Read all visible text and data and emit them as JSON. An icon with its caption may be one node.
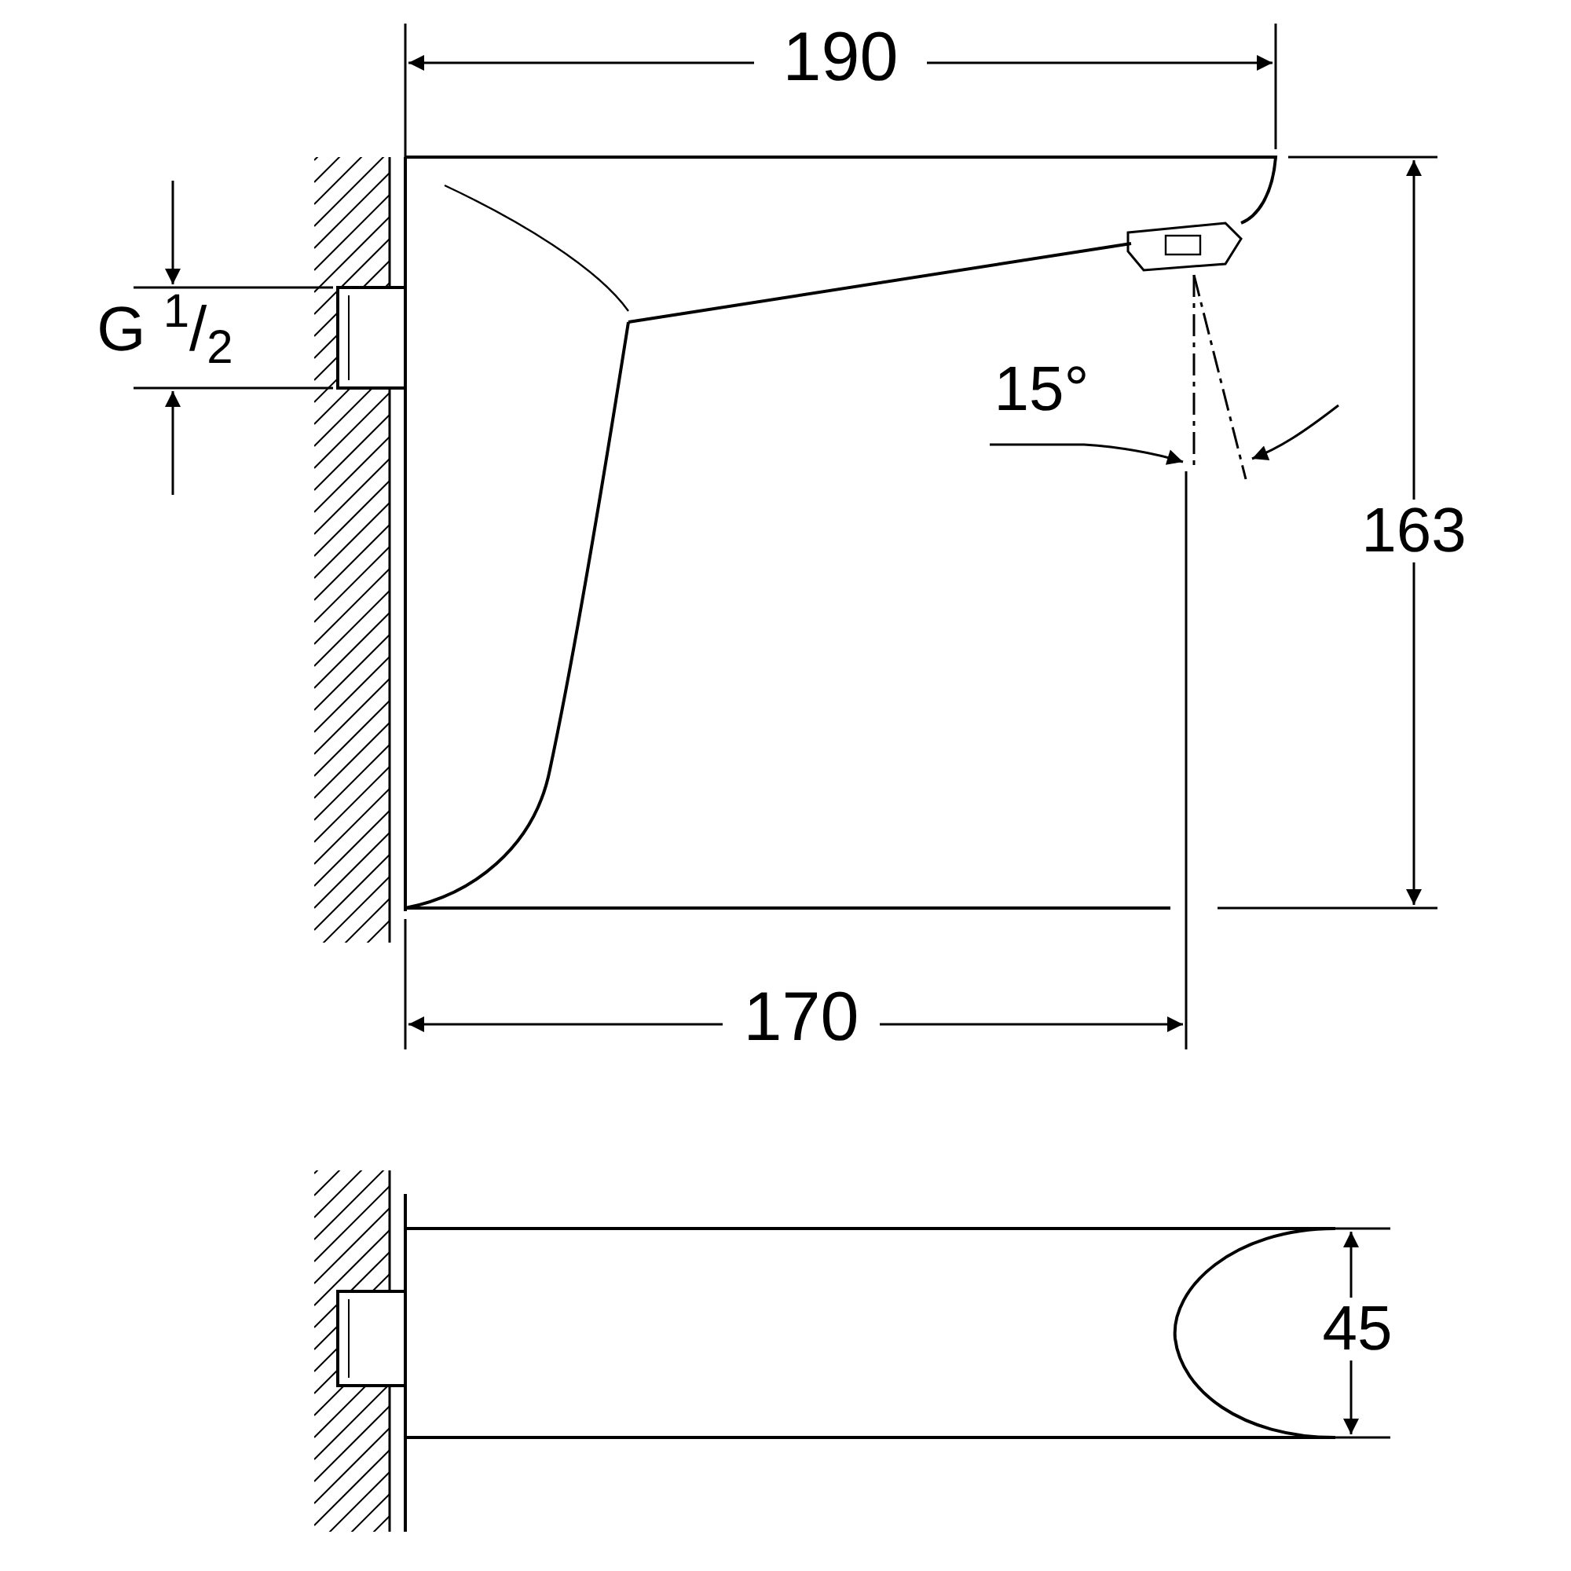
{
  "diagram": {
    "labels": [
      "190",
      "G $^{1}$/$_{2}$",
      "15°",
      "163",
      "170",
      "45"
    ]
  }
}
